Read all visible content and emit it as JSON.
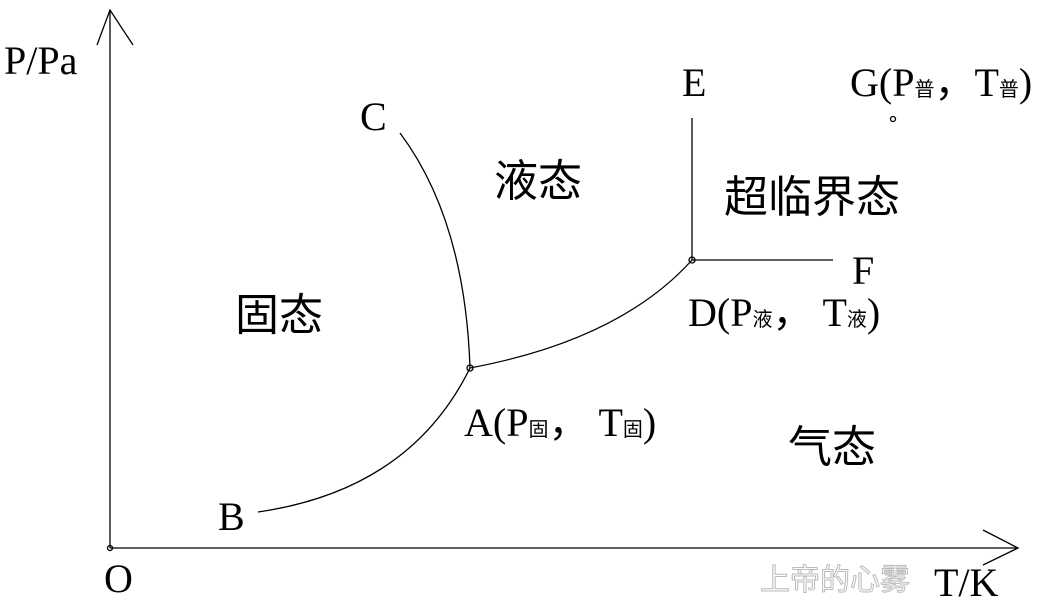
{
  "axes": {
    "y_label": "P/Pa",
    "x_label": "T/K",
    "origin": "O"
  },
  "points": {
    "A": {
      "name": "A",
      "open": "(P",
      "sub1": "固",
      "mid": "， T",
      "sub2": "固",
      "close": ")"
    },
    "B": {
      "name": "B"
    },
    "C": {
      "name": "C"
    },
    "D": {
      "name": "D",
      "open": "(P",
      "sub1": "液",
      "mid": "， T",
      "sub2": "液",
      "close": ")"
    },
    "E": {
      "name": "E"
    },
    "F": {
      "name": "F"
    },
    "G": {
      "name": "G",
      "open": "(P",
      "sub1": "普",
      "mid": "，T",
      "sub2": "普",
      "close": ")"
    }
  },
  "regions": {
    "solid": "固态",
    "liquid": "液态",
    "gas": "气态",
    "supercritical": "超临界态"
  },
  "watermark": "上帝的心雾"
}
